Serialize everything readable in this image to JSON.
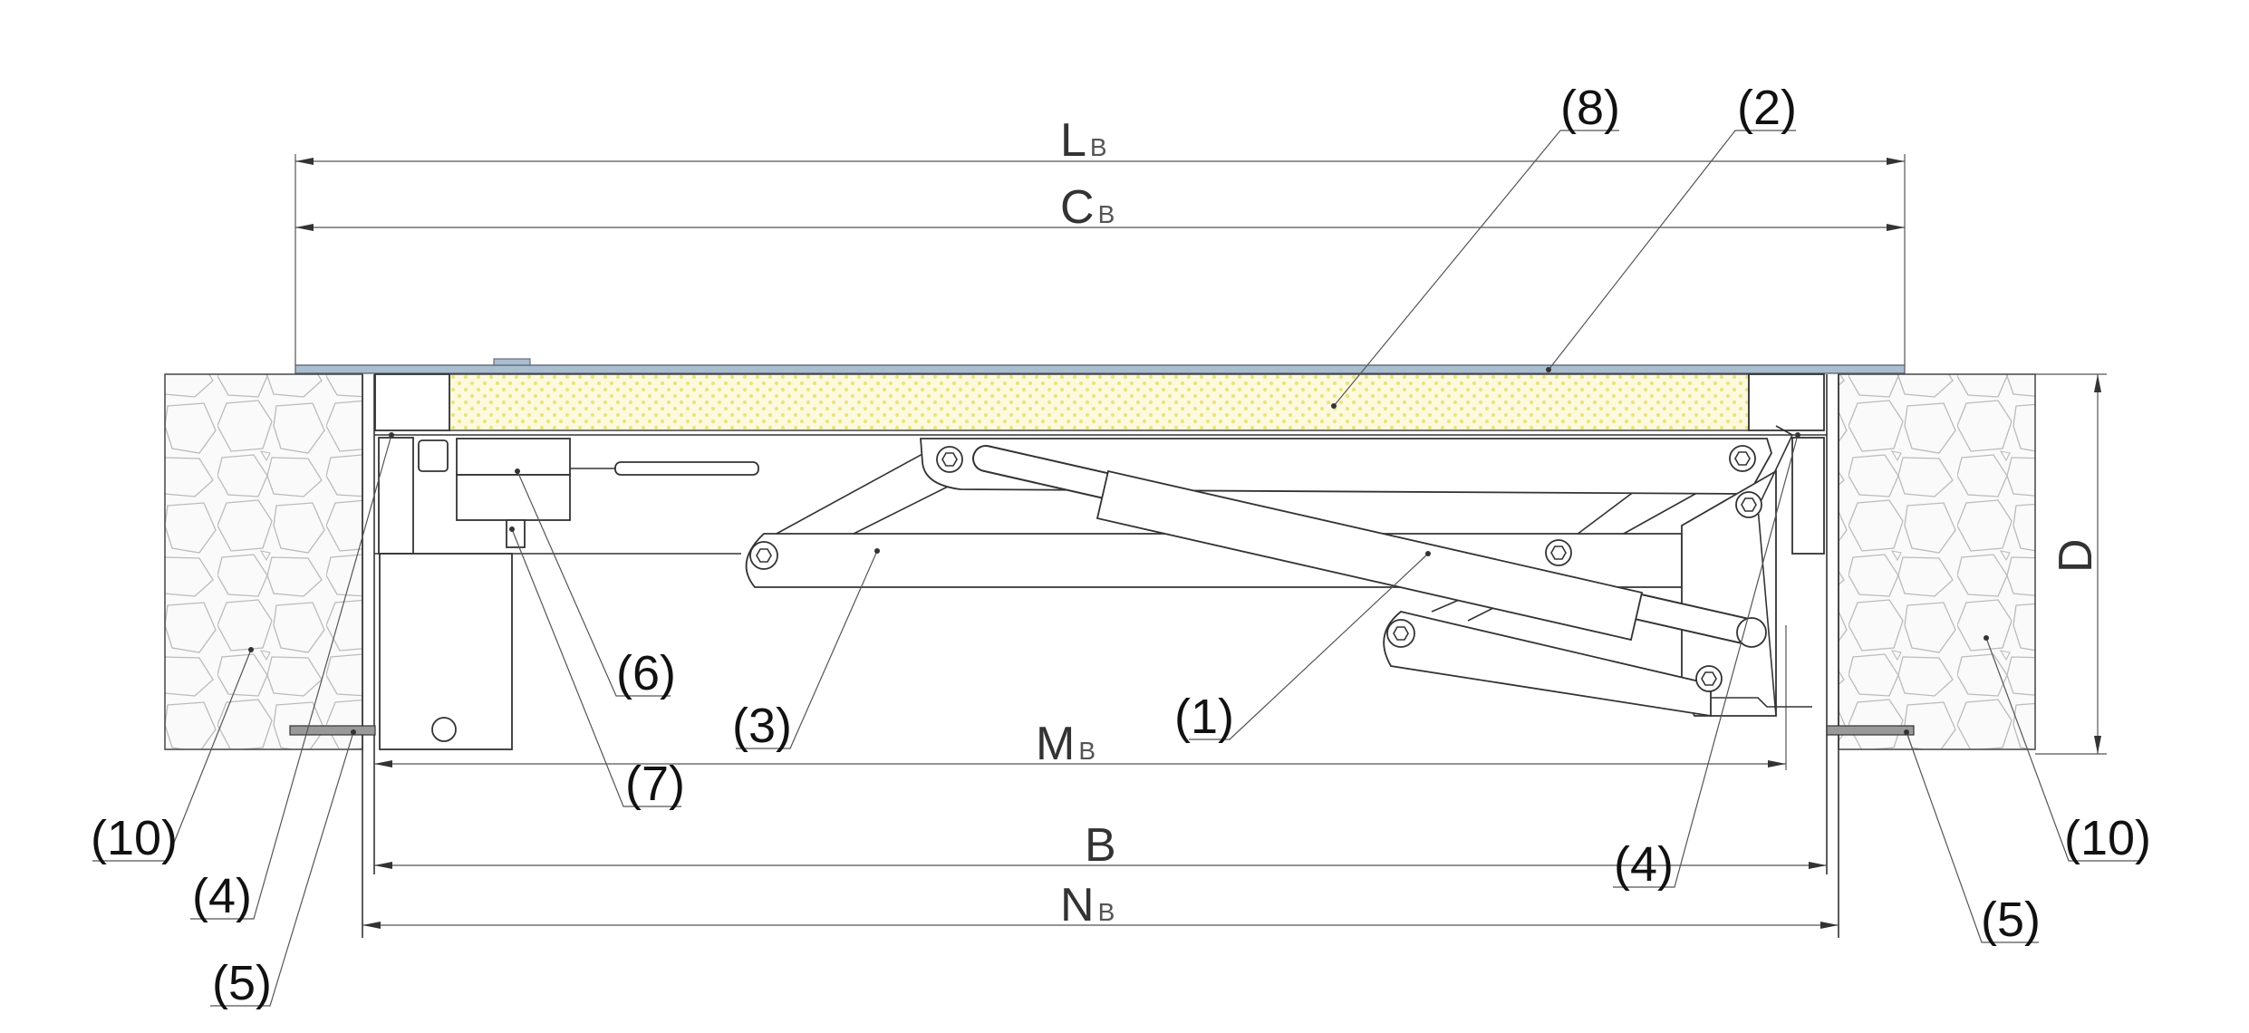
{
  "dimensions": {
    "LB": {
      "main": "L",
      "sub": "B"
    },
    "CB": {
      "main": "C",
      "sub": "B"
    },
    "MB": {
      "main": "M",
      "sub": "B"
    },
    "B": {
      "main": "B"
    },
    "NB": {
      "main": "N",
      "sub": "B"
    },
    "D": {
      "main": "D"
    }
  },
  "callouts": {
    "c8": "(8)",
    "c2": "(2)",
    "c6": "(6)",
    "c3": "(3)",
    "c1": "(1)",
    "c7": "(7)",
    "c10_left": "(10)",
    "c4_left": "(4)",
    "c5_left": "(5)",
    "c4_right": "(4)",
    "c10_right": "(10)",
    "c5_right": "(5)"
  },
  "colors": {
    "deck_fill": "#fbf7d2",
    "deck_dots": "#e6e07a",
    "plate": "#9fb6c8",
    "concrete": "#f7f7f7"
  }
}
